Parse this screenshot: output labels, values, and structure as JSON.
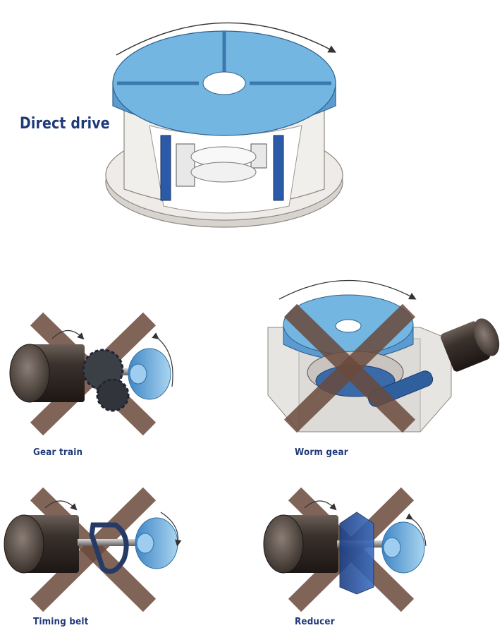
{
  "title": "Direct drive",
  "alternatives": [
    {
      "label": "Gear train"
    },
    {
      "label": "Worm gear"
    },
    {
      "label": "Timing belt"
    },
    {
      "label": "Reducer"
    }
  ],
  "colors": {
    "label": "#1f3a78",
    "table_blue": "#6fb4e0",
    "table_blue_dark": "#4d8fc2",
    "motor_dark": "#2c2522",
    "cross": "#6a4a3c",
    "base_grey": "#e4e1dd"
  }
}
